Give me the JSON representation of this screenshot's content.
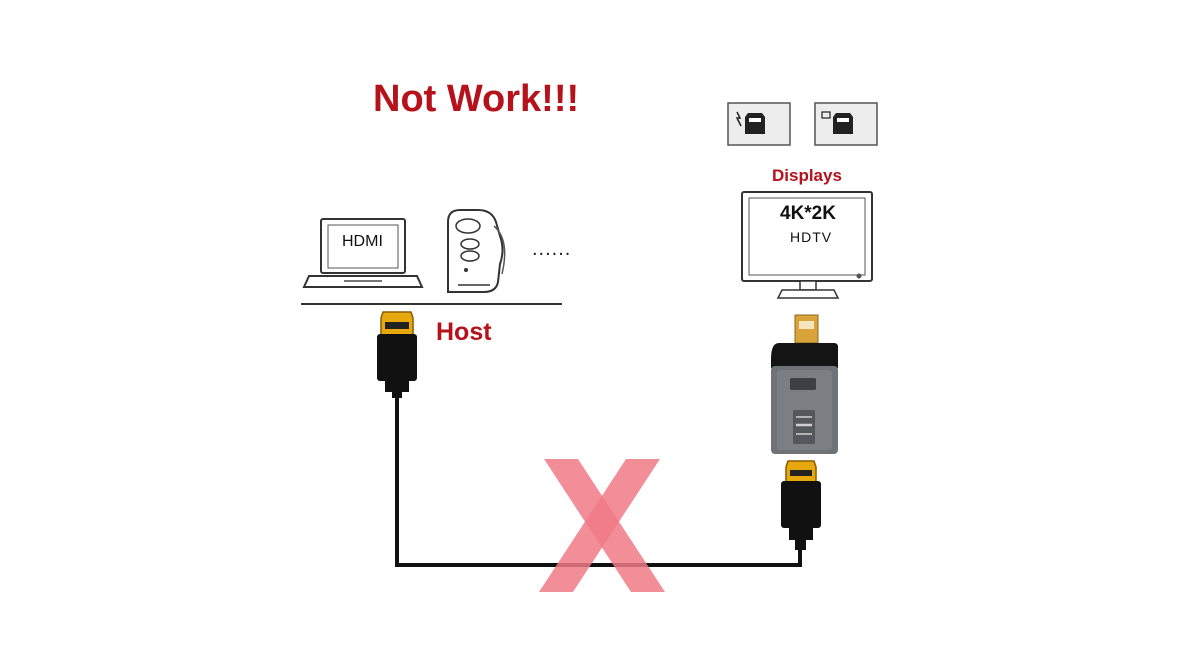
{
  "title": "Not Work!!!",
  "host_label": "Host",
  "displays_label": "Displays",
  "laptop_screen_text": "HDMI",
  "more_devices_text": "......",
  "monitor": {
    "resolution": "4K*2K",
    "type": "HDTV"
  },
  "colors": {
    "label_red": "#b5121b",
    "cross_pink": "#f07a86",
    "cable_black": "#111111",
    "adapter_gray": "#6f7378"
  },
  "icons": [
    "laptop-icon",
    "desktop-tower-icon",
    "thunderbolt-port-icon",
    "mini-displayport-icon",
    "monitor-icon",
    "hdmi-plug-icon",
    "adapter-icon",
    "cross-icon"
  ]
}
